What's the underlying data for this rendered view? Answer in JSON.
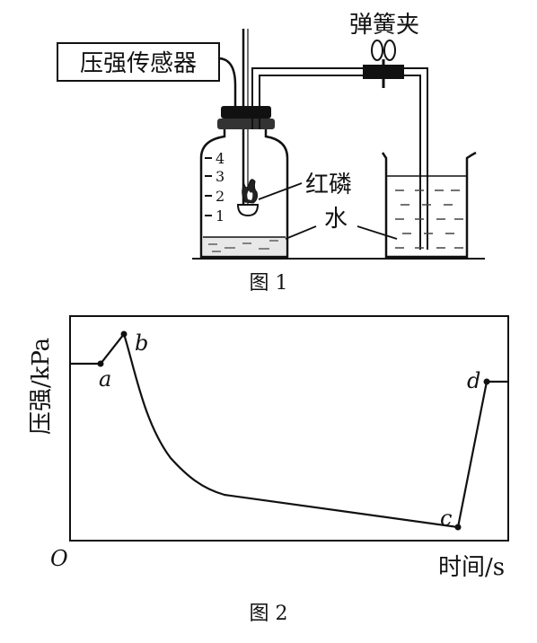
{
  "figure1": {
    "sensor_label": "压强传感器",
    "clip_label": "弹簧夹",
    "phosphorus_label": "红磷",
    "water_label": "水",
    "scale_ticks": [
      "4",
      "3",
      "2",
      "1"
    ],
    "caption": "图 1"
  },
  "figure2": {
    "caption": "图 2",
    "chart_data": {
      "type": "line",
      "ylabel": "压强/kPa",
      "xlabel": "时间/s",
      "origin_label": "O",
      "points": [
        {
          "label": "a"
        },
        {
          "label": "b"
        },
        {
          "label": "c"
        },
        {
          "label": "d"
        }
      ],
      "grid": false
    }
  }
}
